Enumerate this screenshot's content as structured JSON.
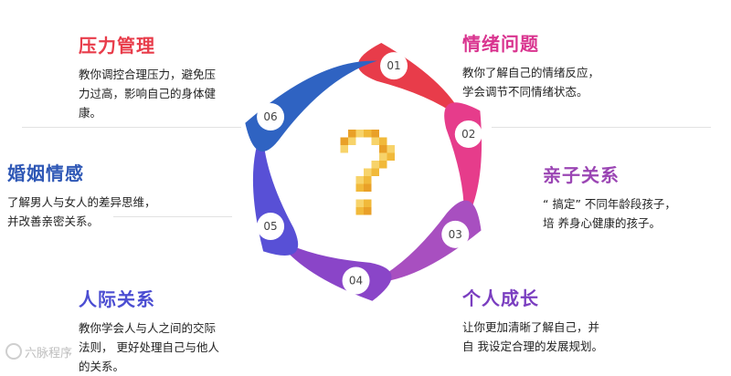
{
  "center_icon": "pixel-question-mark-icon",
  "colors": {
    "ring": [
      "#e83c4a",
      "#e63c8b",
      "#a84fc0",
      "#8a45c8",
      "#5850d6",
      "#2f63c2"
    ],
    "question_mark": [
      "#f7d36a",
      "#f1b93a",
      "#e9a028"
    ]
  },
  "topics": [
    {
      "num": "01",
      "title": "压力管理",
      "color": "#e83c4a",
      "desc": "教你调控合理压力，避免压\n力过高，影响自己的身体健\n康。"
    },
    {
      "num": "02",
      "title": "情绪问题",
      "color": "#d9348f",
      "desc": "教你了解自己的情绪反应，\n学会调节不同情绪状态。"
    },
    {
      "num": "03",
      "title": "亲子关系",
      "color": "#9b46b4",
      "desc": "“ 搞定” 不同年龄段孩子，\n培 养身心健康的孩子。"
    },
    {
      "num": "04",
      "title": "个人成长",
      "color": "#7a3ec0",
      "desc": "让你更加清晰了解自己，并\n自 我设定合理的发展规划。"
    },
    {
      "num": "05",
      "title": "人际关系",
      "color": "#4c4ed2",
      "desc": "教你学会人与人之间的交际\n法则， 更好处理自己与他人\n的关系。"
    },
    {
      "num": "06",
      "title": "婚姻情感",
      "color": "#2f58b6",
      "desc": "了解男人与女人的差异思维，\n并改善亲密关系。"
    }
  ],
  "watermark": {
    "icon": "watermark-logo-icon",
    "text": "六脉程序"
  }
}
